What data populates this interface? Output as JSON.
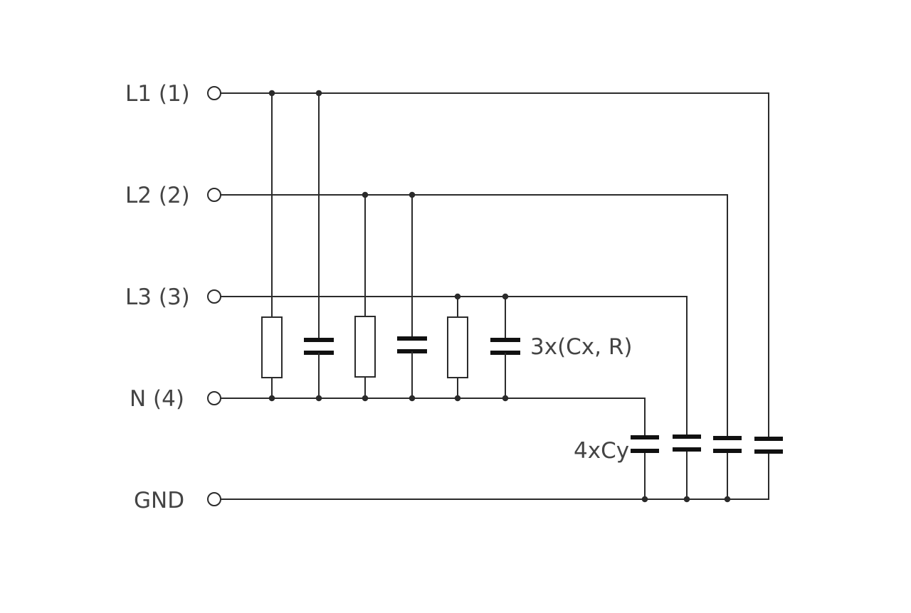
{
  "terminals": [
    {
      "id": "l1",
      "label": "L1 (1)"
    },
    {
      "id": "l2",
      "label": "L2 (2)"
    },
    {
      "id": "l3",
      "label": "L3 (3)"
    },
    {
      "id": "n",
      "label": "N (4)"
    },
    {
      "id": "gnd",
      "label": "GND"
    }
  ],
  "annotations": {
    "x_group": "3x(Cx, R)",
    "y_group": "4xCy"
  },
  "colors": {
    "wire": "#2b2b2b",
    "label": "#444444",
    "background": "#ffffff"
  }
}
